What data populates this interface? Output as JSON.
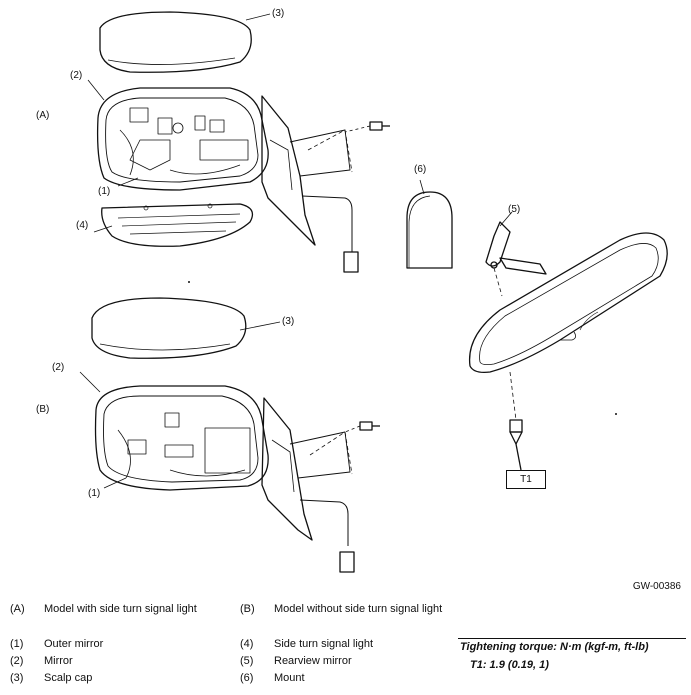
{
  "diagram": {
    "section_a_label": "(A)",
    "section_b_label": "(B)",
    "callouts": {
      "c1_a": "(1)",
      "c2_a": "(2)",
      "c3_a": "(3)",
      "c4_a": "(4)",
      "c5": "(5)",
      "c6": "(6)",
      "c1_b": "(1)",
      "c2_b": "(2)",
      "c3_b": "(3)"
    },
    "torque_ref": "T1",
    "figure_code": "GW-00386"
  },
  "legend": {
    "a_num": "(A)",
    "a_text": "Model with side turn signal light",
    "b_num": "(B)",
    "b_text": "Model without side turn signal light",
    "items": [
      {
        "num": "(1)",
        "text": "Outer mirror"
      },
      {
        "num": "(2)",
        "text": "Mirror"
      },
      {
        "num": "(3)",
        "text": "Scalp cap"
      },
      {
        "num": "(4)",
        "text": "Side turn signal light"
      },
      {
        "num": "(5)",
        "text": "Rearview mirror"
      },
      {
        "num": "(6)",
        "text": "Mount"
      }
    ]
  },
  "torque": {
    "title": "Tightening torque: N·m (kgf-m, ft-lb)",
    "value": "T1:   1.9 (0.19, 1)"
  }
}
